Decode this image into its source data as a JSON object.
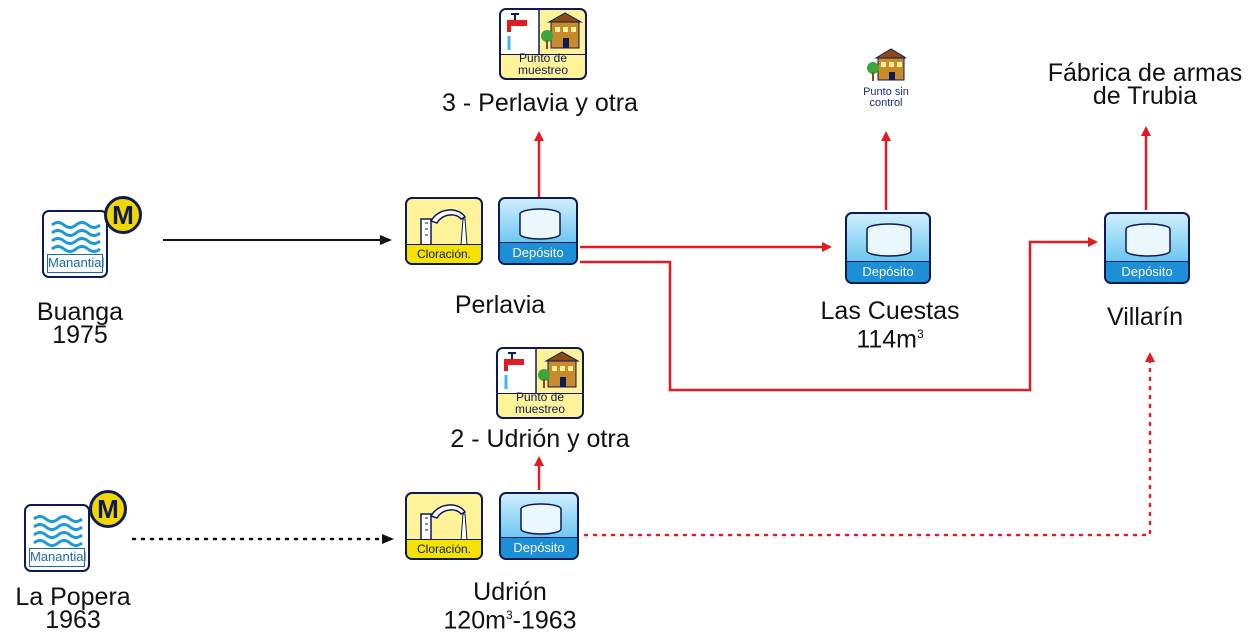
{
  "colors": {
    "red_line": "#e21b23",
    "black_line": "#111111",
    "dark_blue": "#0d1a55"
  },
  "nodes": {
    "buanga": {
      "icon": "manantial-icon",
      "icon_caption": "Manantial",
      "badge": "M",
      "name": "Buanga",
      "year": "1975"
    },
    "popera": {
      "icon": "manantial-icon",
      "icon_caption": "Manantial",
      "badge": "M",
      "name": "La Popera",
      "year": "1963"
    },
    "perlavia": {
      "chlor_caption": "Cloración.",
      "dep_caption": "Depósito",
      "name": "Perlavia"
    },
    "udrion": {
      "chlor_caption": "Cloración.",
      "dep_caption": "Depósito",
      "name": "Udrión",
      "capacity": "120m",
      "sup": "3",
      "suffix": "-1963"
    },
    "las_cuestas": {
      "dep_caption": "Depósito",
      "name": "Las Cuestas",
      "capacity": "114m",
      "sup": "3"
    },
    "villarin": {
      "dep_caption": "Depósito",
      "name": "Villarín"
    },
    "sample_perlavia": {
      "caption": "Punto de muestreo",
      "name": "3 - Perlavia y otra"
    },
    "sample_udrion": {
      "caption": "Punto de muestreo",
      "name": "2 - Udrión y otra"
    },
    "no_control": {
      "caption_line1": "Punto sin",
      "caption_line2": "control"
    },
    "fabrica": {
      "line1": "Fábrica de armas",
      "line2": "de Trubia"
    }
  }
}
